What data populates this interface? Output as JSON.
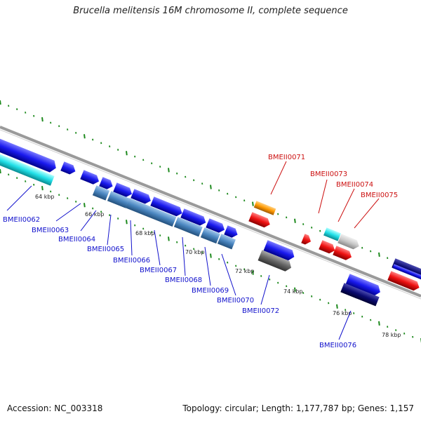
{
  "title": "Brucella melitensis 16M chromosome II, complete sequence",
  "footer": {
    "accession": "Accession: NC_003318",
    "topology": "Topology: circular; Length: 1,177,787 bp; Genes: 1,157"
  },
  "kbp_labels": [
    "64 kbp",
    "66 kbp",
    "68 kbp",
    "70 kbp",
    "72 kbp",
    "74 kbp",
    "76 kbp",
    "78 kbp"
  ],
  "genes": [
    {
      "label": "BMEII0062",
      "color": "#1111cc"
    },
    {
      "label": "BMEII0063",
      "color": "#1111cc"
    },
    {
      "label": "BMEII0064",
      "color": "#1111cc"
    },
    {
      "label": "BMEII0065",
      "color": "#1111cc"
    },
    {
      "label": "BMEII0066",
      "color": "#1111cc"
    },
    {
      "label": "BMEII0067",
      "color": "#1111cc"
    },
    {
      "label": "BMEII0068",
      "color": "#1111cc"
    },
    {
      "label": "BMEII0069",
      "color": "#1111cc"
    },
    {
      "label": "BMEII0070",
      "color": "#1111cc"
    },
    {
      "label": "BMEII0071",
      "color": "#cc1111"
    },
    {
      "label": "BMEII0072",
      "color": "#1111cc"
    },
    {
      "label": "BMEII0073",
      "color": "#cc1111"
    },
    {
      "label": "BMEII0074",
      "color": "#cc1111"
    },
    {
      "label": "BMEII0075",
      "color": "#cc1111"
    },
    {
      "label": "BMEII0076",
      "color": "#1111cc"
    }
  ],
  "colors": {
    "forward": "#1a1aee",
    "reverse": "#ee1111",
    "steelblue": "#4a86c0",
    "cyan": "#22e0e8",
    "orange": "#ff9900",
    "gray": "#666666",
    "navy": "#0a0a70",
    "backbone": "#999999",
    "tick": "#1e8a1e"
  }
}
